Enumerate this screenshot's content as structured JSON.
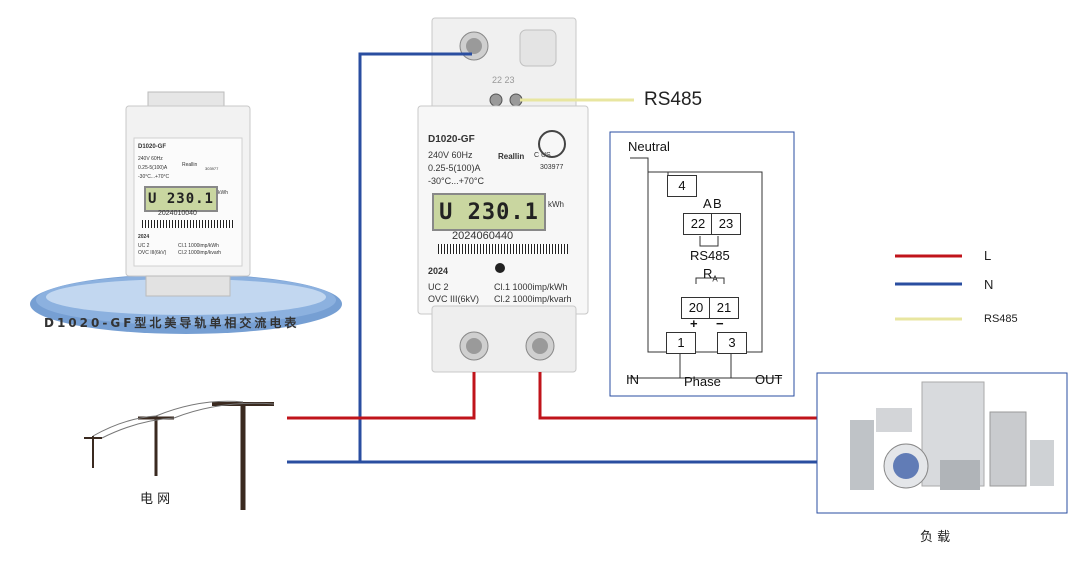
{
  "small_meter": {
    "model": "D1020-GF",
    "spec1": "240V 60Hz",
    "spec2": "0.25-5(100)A",
    "temp": "-30°C...+70°C",
    "brand": "Reallin",
    "cert_no": "303977",
    "lcd": "U 230.1",
    "lcd_unit": "kWh",
    "serial": "2024010040",
    "year": "2024",
    "uc": "UC 2",
    "ovc": "OVC III(6kV)",
    "cl1": "Cl.1 1000imp/kWh",
    "cl2": "Cl.2 1000imp/kvarh",
    "caption": "D1020-GF型北美导轨单相交流电表"
  },
  "big_meter": {
    "model": "D1020-GF",
    "spec1": "240V 60Hz",
    "spec2": "0.25-5(100)A",
    "temp": "-30°C...+70°C",
    "brand": "Reallin",
    "cert_no": "303977",
    "cert_letters": "C  US",
    "lcd": "U 230.1",
    "lcd_unit": "kWh",
    "serial": "2024060440",
    "year": "2024",
    "uc": "UC 2",
    "ovc": "OVC III(6kV)",
    "cl1": "Cl.1 1000imp/kWh",
    "cl2": "Cl.2 1000imp/kvarh",
    "term_top": "22 23"
  },
  "rs485_callout": "RS485",
  "schematic": {
    "neutral": "Neutral",
    "t4": "4",
    "a": "A",
    "b": "B",
    "t22": "22",
    "t23": "23",
    "rs485": "RS485",
    "ra": "R",
    "ra_sub": "A",
    "t20": "20",
    "t21": "21",
    "plus": "+",
    "minus": "−",
    "t1": "1",
    "t3": "3",
    "in": "IN",
    "phase": "Phase",
    "out": "OUT"
  },
  "legend": {
    "items": [
      {
        "label": "L",
        "color": "#c0141b"
      },
      {
        "label": "N",
        "color": "#2a4ea0"
      },
      {
        "label": "RS485",
        "color": "#e8e6a0"
      }
    ]
  },
  "grid_label": "电 网",
  "load_label": "负 载"
}
